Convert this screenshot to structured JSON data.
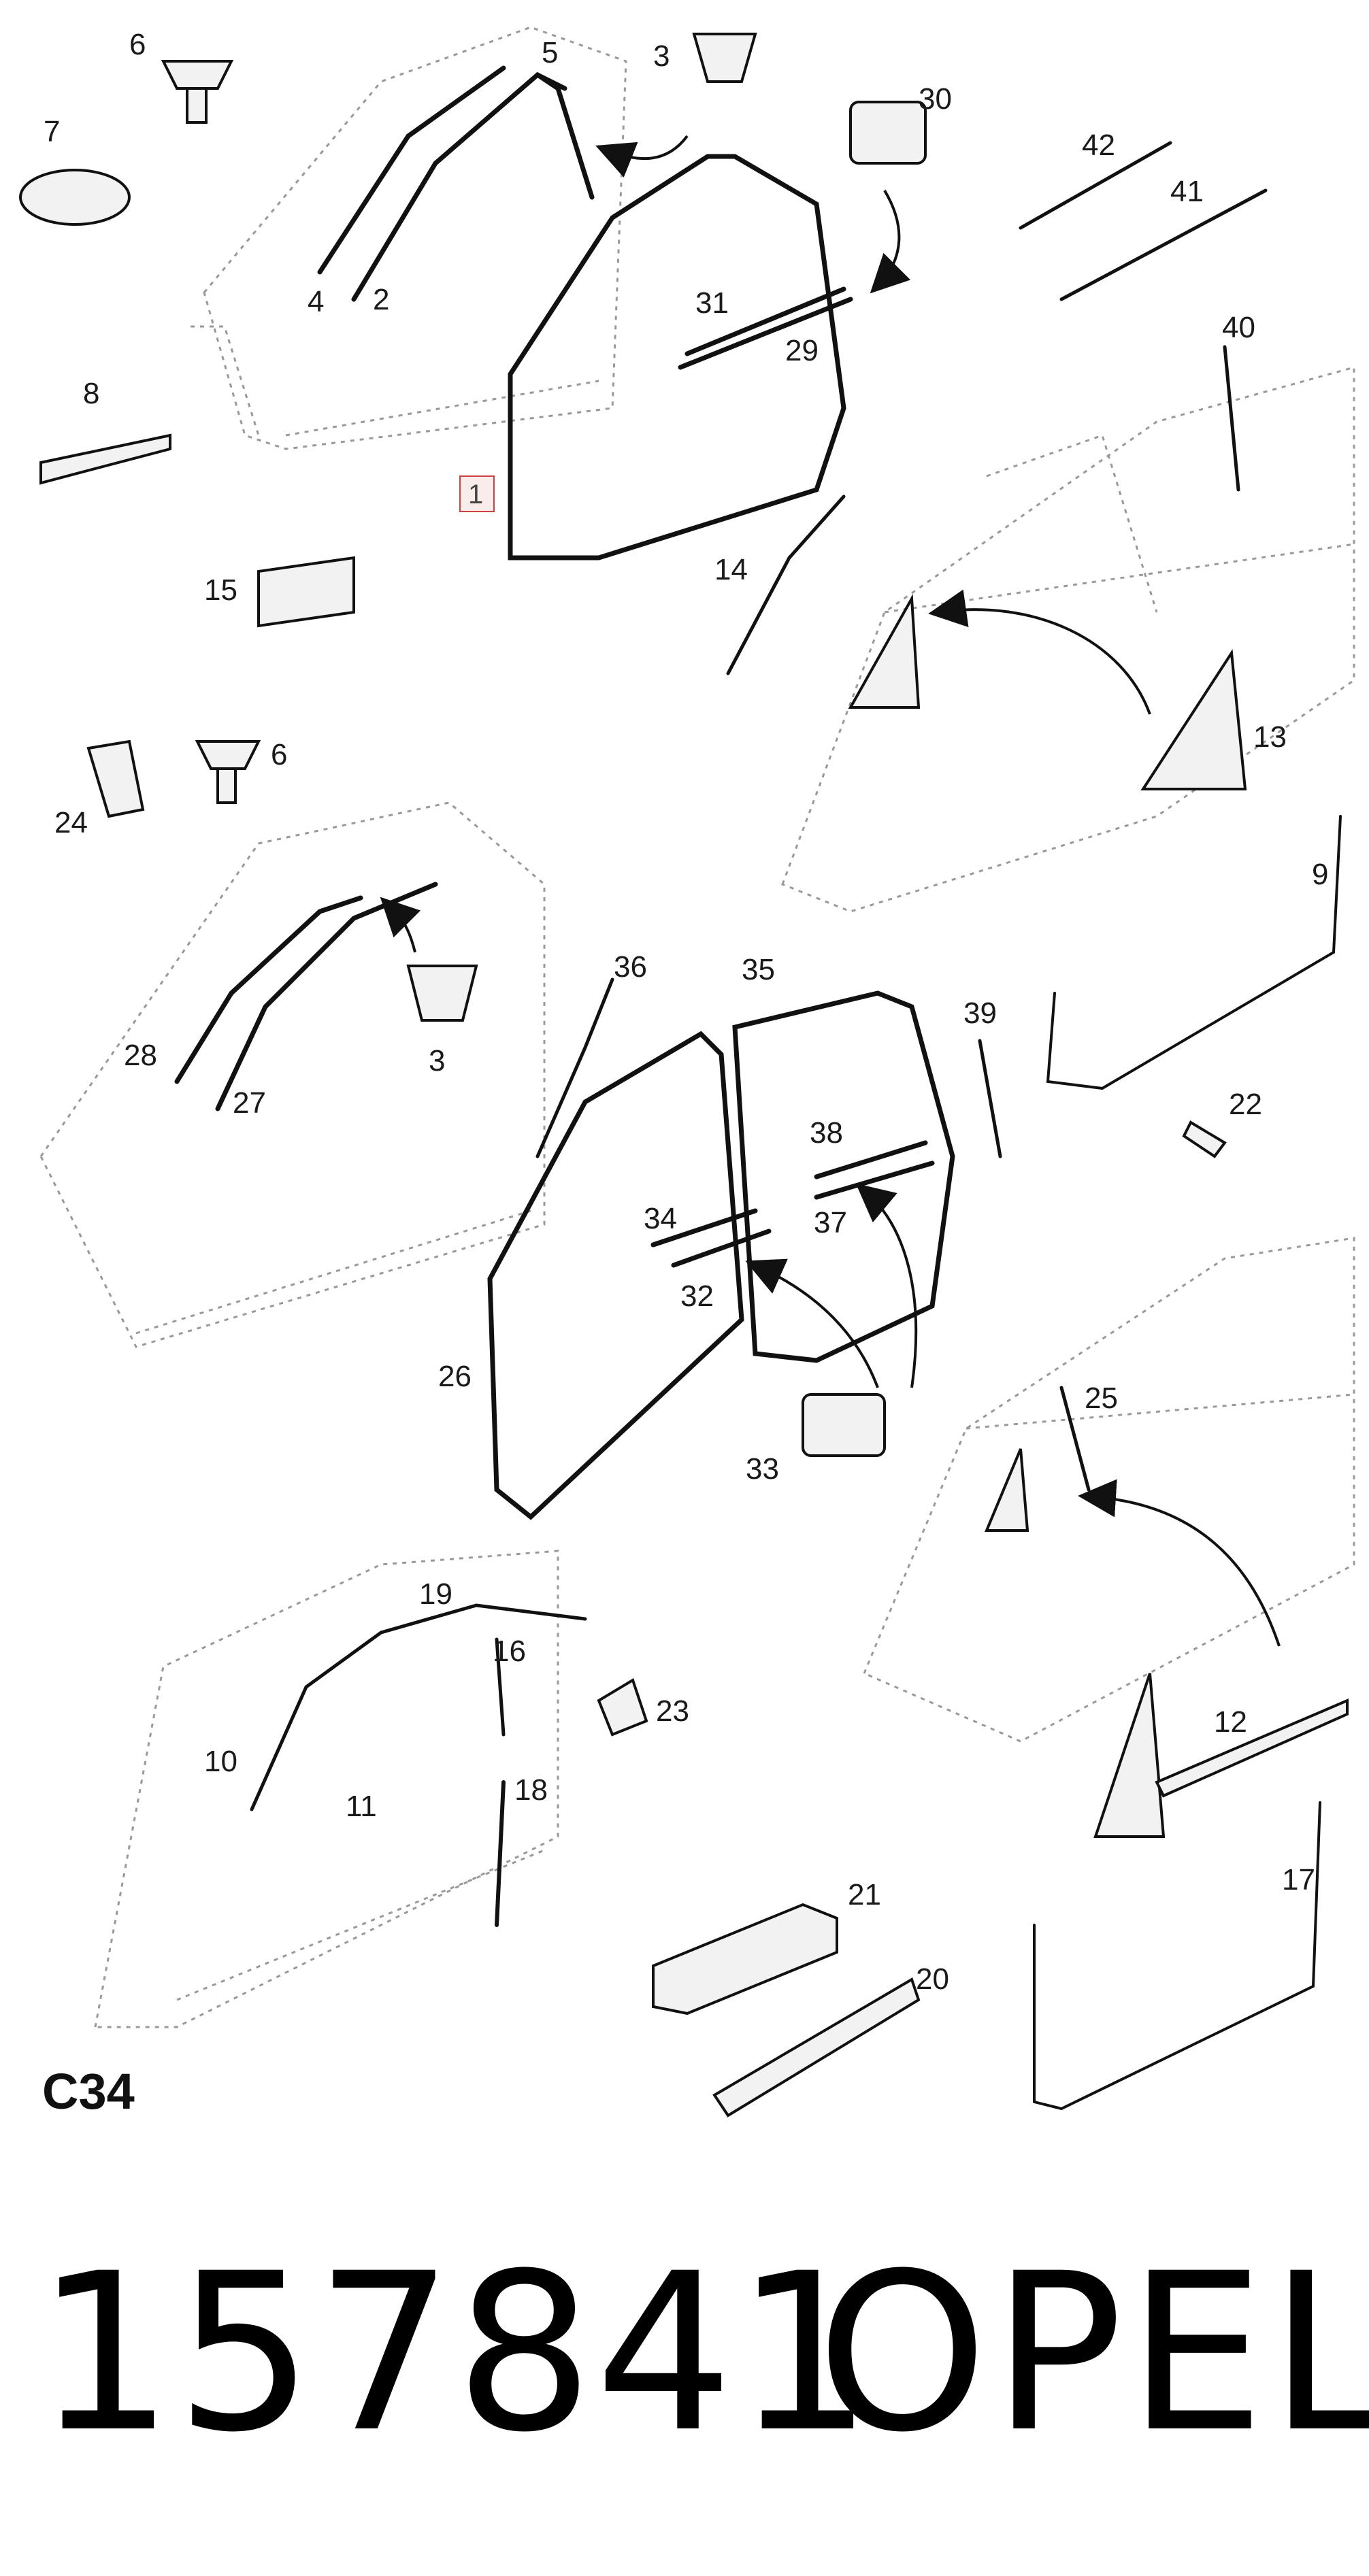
{
  "labels": {
    "p1": "1",
    "p2": "2",
    "p3a": "3",
    "p3b": "3",
    "p4": "4",
    "p5": "5",
    "p6a": "6",
    "p6b": "6",
    "p7": "7",
    "p8": "8",
    "p9": "9",
    "p10": "10",
    "p11": "11",
    "p12": "12",
    "p13": "13",
    "p14": "14",
    "p15": "15",
    "p16": "16",
    "p17": "17",
    "p18": "18",
    "p19": "19",
    "p20": "20",
    "p21": "21",
    "p22": "22",
    "p23": "23",
    "p24": "24",
    "p25": "25",
    "p26": "26",
    "p27": "27",
    "p28": "28",
    "p29": "29",
    "p30": "30",
    "p31": "31",
    "p32": "32",
    "p33": "33",
    "p34": "34",
    "p35": "35",
    "p36": "36",
    "p37": "37",
    "p38": "38",
    "p39": "39",
    "p40": "40",
    "p41": "41",
    "p42": "42"
  },
  "section_code": "C34",
  "footer": {
    "part_number": "157841",
    "brand": "OPEL"
  },
  "colors": {
    "ink": "#1a1a1a",
    "callout_box": "#d04040"
  }
}
